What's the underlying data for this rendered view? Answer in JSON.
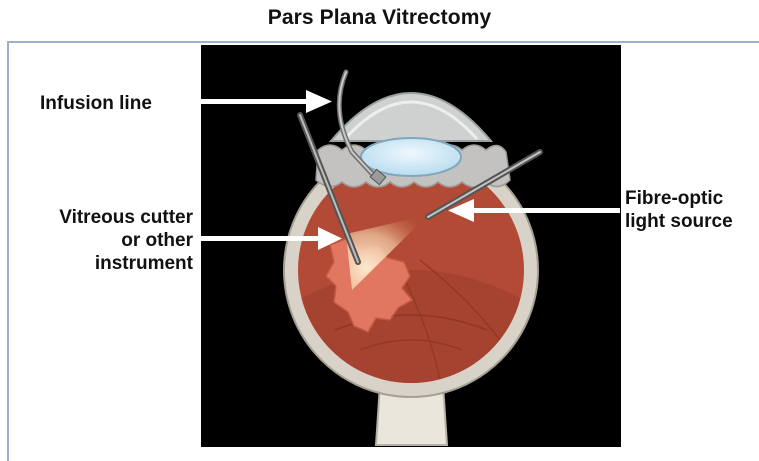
{
  "title": "Pars Plana Vitrectomy",
  "labels": {
    "infusion": "Infusion line",
    "cutter": [
      "Vitreous cutter",
      "or other",
      "instrument"
    ],
    "fibre": [
      "Fibre-optic",
      "light source"
    ]
  },
  "colors": {
    "background": "#000000",
    "sclera": "#d8d2c8",
    "retina_interior": "#b24a36",
    "lens": "#c9e4f2",
    "light_beam": "#f5d9b8",
    "frame_border": "#9fb0cc"
  }
}
